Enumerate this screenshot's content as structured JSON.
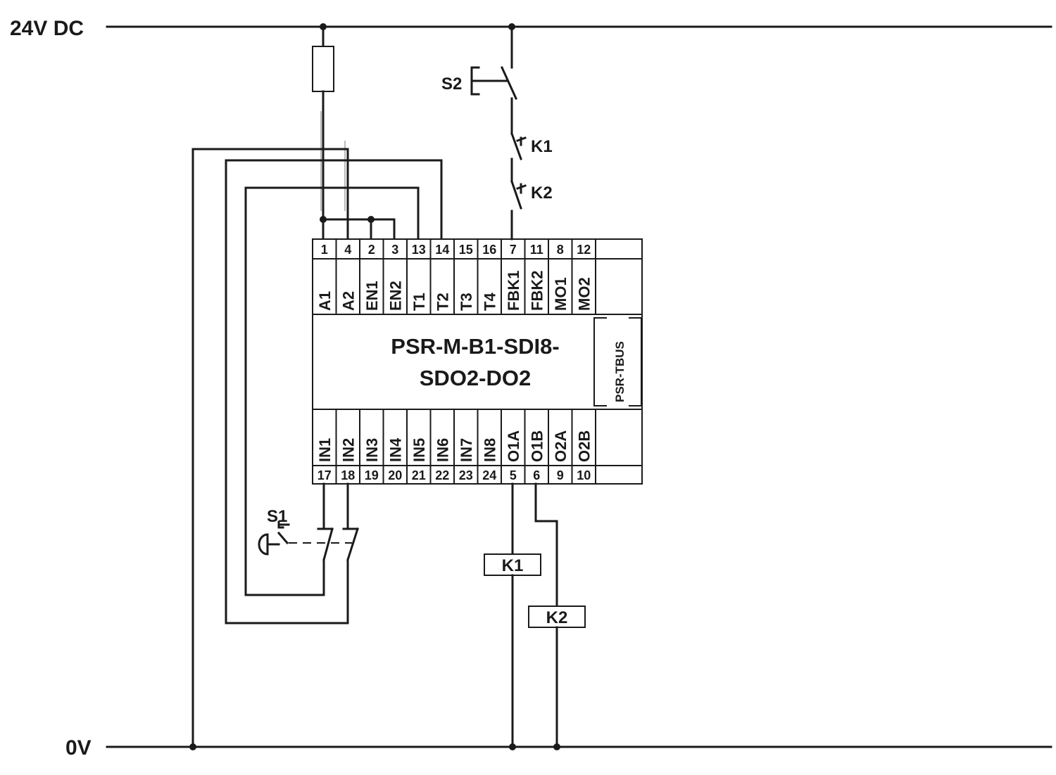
{
  "rails": {
    "top": "24V DC",
    "bottom": "0V"
  },
  "module": {
    "title_line1": "PSR-M-B1-SDI8-",
    "title_line2": "SDO2-DO2",
    "bus_label": "PSR-TBUS"
  },
  "top_terminals": [
    {
      "num": "1",
      "sig": "A1"
    },
    {
      "num": "4",
      "sig": "A2"
    },
    {
      "num": "2",
      "sig": "EN1"
    },
    {
      "num": "3",
      "sig": "EN2"
    },
    {
      "num": "13",
      "sig": "T1"
    },
    {
      "num": "14",
      "sig": "T2"
    },
    {
      "num": "15",
      "sig": "T3"
    },
    {
      "num": "16",
      "sig": "T4"
    },
    {
      "num": "7",
      "sig": "FBK1"
    },
    {
      "num": "11",
      "sig": "FBK2"
    },
    {
      "num": "8",
      "sig": "MO1"
    },
    {
      "num": "12",
      "sig": "MO2"
    }
  ],
  "bottom_terminals": [
    {
      "num": "17",
      "sig": "IN1"
    },
    {
      "num": "18",
      "sig": "IN2"
    },
    {
      "num": "19",
      "sig": "IN3"
    },
    {
      "num": "20",
      "sig": "IN4"
    },
    {
      "num": "21",
      "sig": "IN5"
    },
    {
      "num": "22",
      "sig": "IN6"
    },
    {
      "num": "23",
      "sig": "IN7"
    },
    {
      "num": "24",
      "sig": "IN8"
    },
    {
      "num": "5",
      "sig": "O1A"
    },
    {
      "num": "6",
      "sig": "O1B"
    },
    {
      "num": "9",
      "sig": "O2A"
    },
    {
      "num": "10",
      "sig": "O2B"
    }
  ],
  "components": {
    "s1": "S1",
    "s2": "S2",
    "k1_contact": "K1",
    "k2_contact": "K2",
    "k1_coil": "K1",
    "k2_coil": "K2"
  }
}
